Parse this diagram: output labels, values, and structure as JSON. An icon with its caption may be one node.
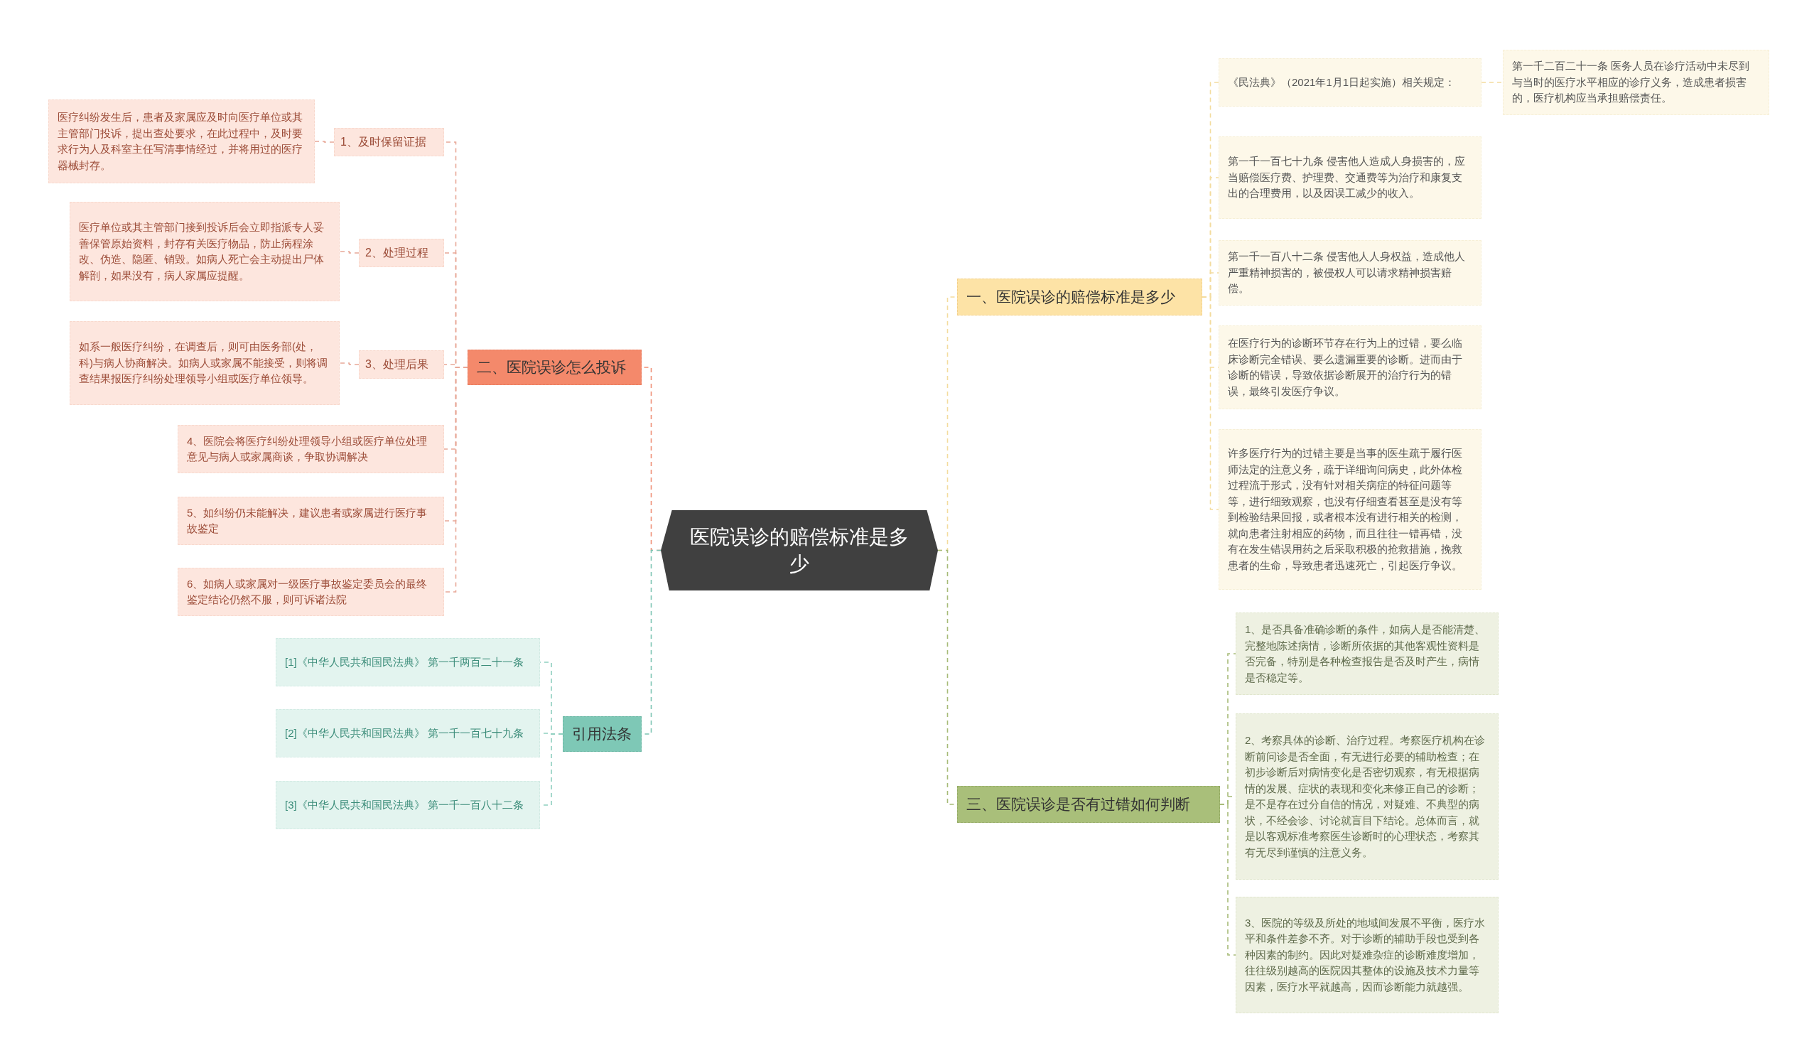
{
  "diagram": {
    "nodes": [
      {
        "text": [
          "医院误诊的赔偿标准是多少"
        ]
      },
      {
        "text": [
          "一、医院误诊的赔偿标准是多少"
        ]
      },
      {
        "text": [
          "《民法典》（2021年1月1日起实施）相关规定："
        ]
      },
      {
        "text": [
          "第一千二百二十一条 医务人员在诊疗活动中未尽到与当时的医疗水平相应的诊疗义务，造成患者损害的，医疗机构应当承担赔偿责任。"
        ]
      },
      {
        "text": [
          "第一千一百七十九条 侵害他人造成人身损害的，应当赔偿医疗费、护理费、交通费等为治疗和康复支出的合理费用，以及因误工减少的收入。"
        ]
      },
      {
        "text": [
          "第一千一百八十二条 侵害他人人身权益，造成他人严重精神损害的，被侵权人可以请求精神损害赔偿。"
        ]
      },
      {
        "text": [
          "在医疗行为的诊断环节存在行为上的过错，要么临床诊断完全错误、要么遗漏重要的诊断。进而由于诊断的错误，导致依据诊断展开的治疗行为的错误，最终引发医疗争议。"
        ]
      },
      {
        "text": [
          "许多医疗行为的过错主要是当事的医生疏于履行医师法定的注意义务，疏于详细询问病史，此外体检过程流于形式，没有针对相关病症的特征问题等等，进行细致观察，也没有仔细查看甚至是没有等到检验结果回报，或者根本没有进行相关的检测，就向患者注射相应的药物，而且往往一错再错，没有在发生错误用药之后采取积极的抢救措施，挽救患者的生命，导致患者迅速死亡，引起医疗争议。"
        ]
      },
      {
        "text": [
          "三、医院误诊是否有过错如何判断"
        ]
      },
      {
        "text": [
          "1、是否具备准确诊断的条件，如病人是否能清楚、完整地陈述病情，诊断所依据的其他客观性资料是否完备，特别是各种检查报告是否及时产生，病情是否稳定等。"
        ]
      },
      {
        "text": [
          "2、考察具体的诊断、治疗过程。考察医疗机构在诊断前问诊是否全面，有无进行必要的辅助检查；在初步诊断后对病情变化是否密切观察，有无根据病情的发展、症状的表现和变化来修正自己的诊断；是不是存在过分自信的情况，对疑难、不典型的病状，不经会诊、讨论就盲目下结论。总体而言，就是以客观标准考察医生诊断时的心理状态，考察其有无尽到谨慎的注意义务。"
        ]
      },
      {
        "text": [
          "3、医院的等级及所处的地域间发展不平衡，医疗水平和条件差参不齐。对于诊断的辅助手段也受到各种因素的制约。因此对疑难杂症的诊断难度增加，往往级别越高的医院因其整体的设施及技术力量等因素，医疗水平就越高，因而诊断能力就越强。"
        ]
      },
      {
        "text": [
          "二、医院误诊怎么投诉"
        ]
      },
      {
        "text": [
          "1、及时保留证据"
        ]
      },
      {
        "text": [
          "医疗纠纷发生后，患者及家属应及时向医疗单位或其主管部门投诉，提出查处要求，在此过程中，及时要求行为人及科室主任写清事情经过，并将用过的医疗器械封存。"
        ]
      },
      {
        "text": [
          "2、处理过程"
        ]
      },
      {
        "text": [
          "医疗单位或其主管部门接到投诉后会立即指派专人妥善保管原始资料，封存有关医疗物品，防止病程涂改、伪造、隐匿、销毁。如病人死亡会主动提出尸体解剖，如果没有，病人家属应提醒。"
        ]
      },
      {
        "text": [
          "3、处理后果"
        ]
      },
      {
        "text": [
          "如系一般医疗纠纷，在调查后，则可由医务部(处，科)与病人协商解决。如病人或家属不能接受，则将调查结果报医疗纠纷处理领导小组或医疗单位领导。"
        ]
      },
      {
        "text": [
          "4、医院会将医疗纠纷处理领导小组或医疗单位处理意见与病人或家属商谈，争取协调解决"
        ]
      },
      {
        "text": [
          "5、如纠纷仍未能解决，建议患者或家属进行医疗事故鉴定"
        ]
      },
      {
        "text": [
          "6、如病人或家属对一级医疗事故鉴定委员会的最终鉴定结论仍然不服，则可诉诸法院"
        ]
      },
      {
        "text": [
          "引用法条"
        ]
      },
      {
        "text": [
          "[1]《中华人民共和国民法典》 第一千两百二十一条"
        ]
      },
      {
        "text": [
          "[2]《中华人民共和国民法典》 第一千一百七十九条"
        ]
      },
      {
        "text": [
          "[3]《中华人民共和国民法典》 第一千一百八十二条"
        ]
      }
    ],
    "edges": [
      {
        "from": 0,
        "to": 1,
        "arrow": "none",
        "style": "dashed",
        "color": "#f3dc9e"
      },
      {
        "from": 1,
        "to": 2,
        "arrow": "none",
        "style": "dashed",
        "color": "#f3dc9e"
      },
      {
        "from": 2,
        "to": 3,
        "arrow": "none",
        "style": "dashed",
        "color": "#f3dc9e"
      },
      {
        "from": 1,
        "to": 4,
        "arrow": "none",
        "style": "dashed",
        "color": "#f3dc9e"
      },
      {
        "from": 1,
        "to": 5,
        "arrow": "none",
        "style": "dashed",
        "color": "#f3dc9e"
      },
      {
        "from": 1,
        "to": 6,
        "arrow": "none",
        "style": "dashed",
        "color": "#f3dc9e"
      },
      {
        "from": 1,
        "to": 7,
        "arrow": "none",
        "style": "dashed",
        "color": "#f3dc9e"
      },
      {
        "from": 0,
        "to": 8,
        "arrow": "none",
        "style": "dashed",
        "color": "#a7bb78"
      },
      {
        "from": 8,
        "to": 9,
        "arrow": "none",
        "style": "dashed",
        "color": "#a7bb78"
      },
      {
        "from": 8,
        "to": 10,
        "arrow": "none",
        "style": "dashed",
        "color": "#a7bb78"
      },
      {
        "from": 8,
        "to": 11,
        "arrow": "none",
        "style": "dashed",
        "color": "#a7bb78"
      },
      {
        "from": 0,
        "to": 12,
        "arrow": "none",
        "style": "dashed",
        "color": "#ef8f75"
      },
      {
        "from": 12,
        "to": 13,
        "arrow": "none",
        "style": "dashed",
        "color": "#e8a898"
      },
      {
        "from": 13,
        "to": 14,
        "arrow": "none",
        "style": "dashed",
        "color": "#e8a898"
      },
      {
        "from": 12,
        "to": 15,
        "arrow": "none",
        "style": "dashed",
        "color": "#e8a898"
      },
      {
        "from": 15,
        "to": 16,
        "arrow": "none",
        "style": "dashed",
        "color": "#e8a898"
      },
      {
        "from": 12,
        "to": 17,
        "arrow": "none",
        "style": "dashed",
        "color": "#e8a898"
      },
      {
        "from": 17,
        "to": 18,
        "arrow": "none",
        "style": "dashed",
        "color": "#e8a898"
      },
      {
        "from": 12,
        "to": 19,
        "arrow": "none",
        "style": "dashed",
        "color": "#e8a898"
      },
      {
        "from": 12,
        "to": 20,
        "arrow": "none",
        "style": "dashed",
        "color": "#e8a898"
      },
      {
        "from": 12,
        "to": 21,
        "arrow": "none",
        "style": "dashed",
        "color": "#e8a898"
      },
      {
        "from": 0,
        "to": 22,
        "arrow": "none",
        "style": "dashed",
        "color": "#7cc4b3"
      },
      {
        "from": 22,
        "to": 23,
        "arrow": "none",
        "style": "dashed",
        "color": "#8fcfc0"
      },
      {
        "from": 22,
        "to": 24,
        "arrow": "none",
        "style": "dashed",
        "color": "#8fcfc0"
      },
      {
        "from": 22,
        "to": 25,
        "arrow": "none",
        "style": "dashed",
        "color": "#8fcfc0"
      }
    ]
  }
}
